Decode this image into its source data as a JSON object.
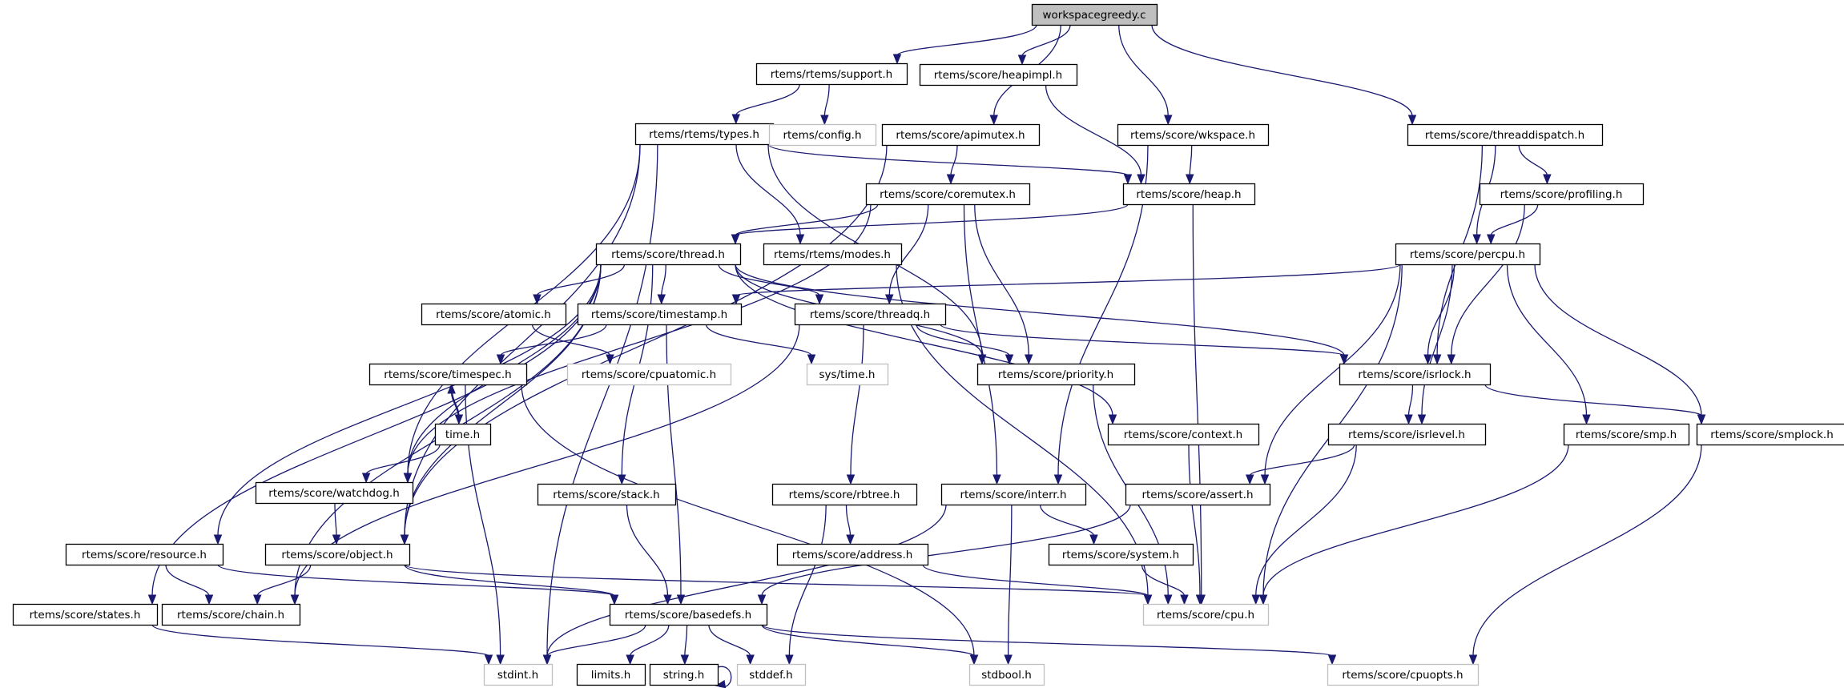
{
  "title": "workspacegreedy.c",
  "colors": {
    "edge": "#191970",
    "root_fill": "#bfbfbf",
    "node_border": "#000000",
    "external_border": "#bfbfbf"
  },
  "nodes": [
    {
      "id": "root",
      "label": "workspacegreedy.c",
      "kind": "root"
    },
    {
      "id": "support",
      "label": "rtems/rtems/support.h",
      "kind": "internal"
    },
    {
      "id": "heapimpl",
      "label": "rtems/score/heapimpl.h",
      "kind": "internal"
    },
    {
      "id": "types",
      "label": "rtems/rtems/types.h",
      "kind": "internal"
    },
    {
      "id": "config",
      "label": "rtems/config.h",
      "kind": "external"
    },
    {
      "id": "apimutex",
      "label": "rtems/score/apimutex.h",
      "kind": "internal"
    },
    {
      "id": "wkspace",
      "label": "rtems/score/wkspace.h",
      "kind": "internal"
    },
    {
      "id": "threaddispatch",
      "label": "rtems/score/threaddispatch.h",
      "kind": "internal"
    },
    {
      "id": "coremutex",
      "label": "rtems/score/coremutex.h",
      "kind": "internal"
    },
    {
      "id": "heap",
      "label": "rtems/score/heap.h",
      "kind": "internal"
    },
    {
      "id": "profiling",
      "label": "rtems/score/profiling.h",
      "kind": "internal"
    },
    {
      "id": "thread",
      "label": "rtems/score/thread.h",
      "kind": "internal"
    },
    {
      "id": "modes",
      "label": "rtems/rtems/modes.h",
      "kind": "internal"
    },
    {
      "id": "percpu",
      "label": "rtems/score/percpu.h",
      "kind": "internal"
    },
    {
      "id": "atomic",
      "label": "rtems/score/atomic.h",
      "kind": "internal"
    },
    {
      "id": "timestamp",
      "label": "rtems/score/timestamp.h",
      "kind": "internal"
    },
    {
      "id": "threadq",
      "label": "rtems/score/threadq.h",
      "kind": "internal"
    },
    {
      "id": "timespec",
      "label": "rtems/score/timespec.h",
      "kind": "internal"
    },
    {
      "id": "cpuatomic",
      "label": "rtems/score/cpuatomic.h",
      "kind": "external"
    },
    {
      "id": "systime",
      "label": "sys/time.h",
      "kind": "external"
    },
    {
      "id": "priority",
      "label": "rtems/score/priority.h",
      "kind": "internal"
    },
    {
      "id": "isrlock",
      "label": "rtems/score/isrlock.h",
      "kind": "internal"
    },
    {
      "id": "timeh",
      "label": "time.h",
      "kind": "internal"
    },
    {
      "id": "context",
      "label": "rtems/score/context.h",
      "kind": "internal"
    },
    {
      "id": "isrlevel",
      "label": "rtems/score/isrlevel.h",
      "kind": "internal"
    },
    {
      "id": "smp",
      "label": "rtems/score/smp.h",
      "kind": "internal"
    },
    {
      "id": "smplock",
      "label": "rtems/score/smplock.h",
      "kind": "internal"
    },
    {
      "id": "watchdog",
      "label": "rtems/score/watchdog.h",
      "kind": "internal"
    },
    {
      "id": "stack",
      "label": "rtems/score/stack.h",
      "kind": "internal"
    },
    {
      "id": "rbtree",
      "label": "rtems/score/rbtree.h",
      "kind": "internal"
    },
    {
      "id": "interr",
      "label": "rtems/score/interr.h",
      "kind": "internal"
    },
    {
      "id": "assert",
      "label": "rtems/score/assert.h",
      "kind": "internal"
    },
    {
      "id": "resource",
      "label": "rtems/score/resource.h",
      "kind": "internal"
    },
    {
      "id": "object",
      "label": "rtems/score/object.h",
      "kind": "internal"
    },
    {
      "id": "address",
      "label": "rtems/score/address.h",
      "kind": "internal"
    },
    {
      "id": "system",
      "label": "rtems/score/system.h",
      "kind": "internal"
    },
    {
      "id": "states",
      "label": "rtems/score/states.h",
      "kind": "internal"
    },
    {
      "id": "chain",
      "label": "rtems/score/chain.h",
      "kind": "internal"
    },
    {
      "id": "basedefs",
      "label": "rtems/score/basedefs.h",
      "kind": "internal"
    },
    {
      "id": "cpu",
      "label": "rtems/score/cpu.h",
      "kind": "external"
    },
    {
      "id": "stdint",
      "label": "stdint.h",
      "kind": "external"
    },
    {
      "id": "limits",
      "label": "limits.h",
      "kind": "internal"
    },
    {
      "id": "string",
      "label": "string.h",
      "kind": "internal"
    },
    {
      "id": "stddef",
      "label": "stddef.h",
      "kind": "external"
    },
    {
      "id": "stdbool",
      "label": "stdbool.h",
      "kind": "external"
    },
    {
      "id": "cpuopts",
      "label": "rtems/score/cpuopts.h",
      "kind": "external"
    }
  ],
  "edges": [
    [
      "root",
      "support"
    ],
    [
      "root",
      "heapimpl"
    ],
    [
      "root",
      "apimutex"
    ],
    [
      "root",
      "wkspace"
    ],
    [
      "root",
      "threaddispatch"
    ],
    [
      "support",
      "types"
    ],
    [
      "support",
      "config"
    ],
    [
      "heapimpl",
      "heap"
    ],
    [
      "types",
      "heap"
    ],
    [
      "types",
      "modes"
    ],
    [
      "types",
      "priority"
    ],
    [
      "types",
      "watchdog"
    ],
    [
      "types",
      "object"
    ],
    [
      "types",
      "stdint"
    ],
    [
      "apimutex",
      "coremutex"
    ],
    [
      "apimutex",
      "object"
    ],
    [
      "wkspace",
      "heap"
    ],
    [
      "wkspace",
      "interr"
    ],
    [
      "threaddispatch",
      "percpu"
    ],
    [
      "threaddispatch",
      "profiling"
    ],
    [
      "threaddispatch",
      "isrlock"
    ],
    [
      "coremutex",
      "thread"
    ],
    [
      "coremutex",
      "threadq"
    ],
    [
      "coremutex",
      "priority"
    ],
    [
      "coremutex",
      "watchdog"
    ],
    [
      "coremutex",
      "interr"
    ],
    [
      "heap",
      "thread"
    ],
    [
      "heap",
      "cpu"
    ],
    [
      "profiling",
      "percpu"
    ],
    [
      "profiling",
      "isrlock"
    ],
    [
      "modes",
      "cpu"
    ],
    [
      "percpu",
      "timestamp"
    ],
    [
      "percpu",
      "isrlock"
    ],
    [
      "percpu",
      "isrlevel"
    ],
    [
      "percpu",
      "assert"
    ],
    [
      "percpu",
      "smp"
    ],
    [
      "percpu",
      "smplock"
    ],
    [
      "percpu",
      "cpu"
    ],
    [
      "thread",
      "atomic"
    ],
    [
      "thread",
      "timestamp"
    ],
    [
      "thread",
      "threadq"
    ],
    [
      "thread",
      "priority"
    ],
    [
      "thread",
      "isrlock"
    ],
    [
      "thread",
      "context"
    ],
    [
      "thread",
      "watchdog"
    ],
    [
      "thread",
      "object"
    ],
    [
      "thread",
      "stack"
    ],
    [
      "thread",
      "resource"
    ],
    [
      "thread",
      "states"
    ],
    [
      "thread",
      "chain"
    ],
    [
      "atomic",
      "cpuatomic"
    ],
    [
      "timestamp",
      "timespec"
    ],
    [
      "timestamp",
      "systime"
    ],
    [
      "timestamp",
      "basedefs"
    ],
    [
      "threadq",
      "priority"
    ],
    [
      "threadq",
      "rbtree"
    ],
    [
      "threadq",
      "isrlock"
    ],
    [
      "threadq",
      "chain"
    ],
    [
      "timespec",
      "timeh"
    ],
    [
      "timespec",
      "stdint"
    ],
    [
      "timespec",
      "stdbool"
    ],
    [
      "timeh",
      "timespec"
    ],
    [
      "timeh",
      "watchdog"
    ],
    [
      "priority",
      "cpu"
    ],
    [
      "isrlock",
      "isrlevel"
    ],
    [
      "isrlock",
      "smplock"
    ],
    [
      "context",
      "cpu"
    ],
    [
      "isrlevel",
      "assert"
    ],
    [
      "isrlevel",
      "cpu"
    ],
    [
      "smp",
      "cpu"
    ],
    [
      "smplock",
      "cpuopts"
    ],
    [
      "watchdog",
      "object"
    ],
    [
      "stack",
      "basedefs"
    ],
    [
      "rbtree",
      "address"
    ],
    [
      "rbtree",
      "stddef"
    ],
    [
      "interr",
      "system"
    ],
    [
      "interr",
      "stdbool"
    ],
    [
      "interr",
      "stdint"
    ],
    [
      "assert",
      "basedefs"
    ],
    [
      "resource",
      "chain"
    ],
    [
      "resource",
      "basedefs"
    ],
    [
      "object",
      "chain"
    ],
    [
      "object",
      "basedefs"
    ],
    [
      "object",
      "cpu"
    ],
    [
      "address",
      "cpu"
    ],
    [
      "system",
      "cpu"
    ],
    [
      "states",
      "stdint"
    ],
    [
      "basedefs",
      "stdint"
    ],
    [
      "basedefs",
      "limits"
    ],
    [
      "basedefs",
      "string"
    ],
    [
      "basedefs",
      "stddef"
    ],
    [
      "basedefs",
      "stdbool"
    ],
    [
      "basedefs",
      "cpuopts"
    ],
    [
      "string",
      "string"
    ]
  ]
}
